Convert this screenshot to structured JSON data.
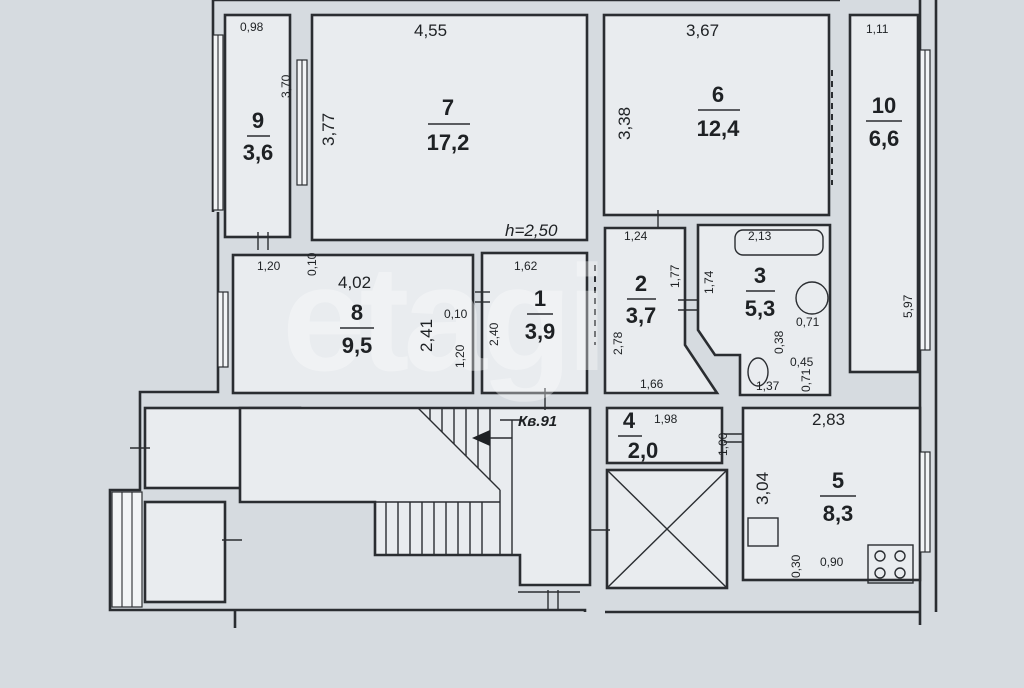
{
  "apartment_label": "Кв.91",
  "ceiling_height": "h=2,50",
  "watermark": "etagi",
  "rooms": [
    {
      "number": "1",
      "area": "3,9"
    },
    {
      "number": "2",
      "area": "3,7"
    },
    {
      "number": "3",
      "area": "5,3"
    },
    {
      "number": "4",
      "area": "2,0"
    },
    {
      "number": "5",
      "area": "8,3"
    },
    {
      "number": "6",
      "area": "12,4"
    },
    {
      "number": "7",
      "area": "17,2"
    },
    {
      "number": "8",
      "area": "9,5"
    },
    {
      "number": "9",
      "area": "3,6"
    },
    {
      "number": "10",
      "area": "6,6"
    }
  ],
  "dimensions": {
    "d0_98": "0,98",
    "d3_70": "3,70",
    "d4_55": "4,55",
    "d3_77": "3,77",
    "d3_67": "3,67",
    "d3_38": "3,38",
    "d1_11": "1,11",
    "d5_97": "5,97",
    "d1_24": "1,24",
    "d2_13": "2,13",
    "d1_77": "1,77",
    "d1_74": "1,74",
    "d0_71a": "0,71",
    "d0_38": "0,38",
    "d0_45": "0,45",
    "d0_71b": "0,71",
    "d1_37": "1,37",
    "d1_20a": "1,20",
    "d0_10a": "0,10",
    "d4_02": "4,02",
    "d2_41": "2,41",
    "d0_10b": "0,10",
    "d1_20b": "1,20",
    "d1_62": "1,62",
    "d2_40": "2,40",
    "d2_78": "2,78",
    "d1_66": "1,66",
    "d1_98": "1,98",
    "d1_00": "1,00",
    "d2_83": "2,83",
    "d3_04": "3,04",
    "d0_30": "0,30",
    "d0_90": "0,90"
  }
}
